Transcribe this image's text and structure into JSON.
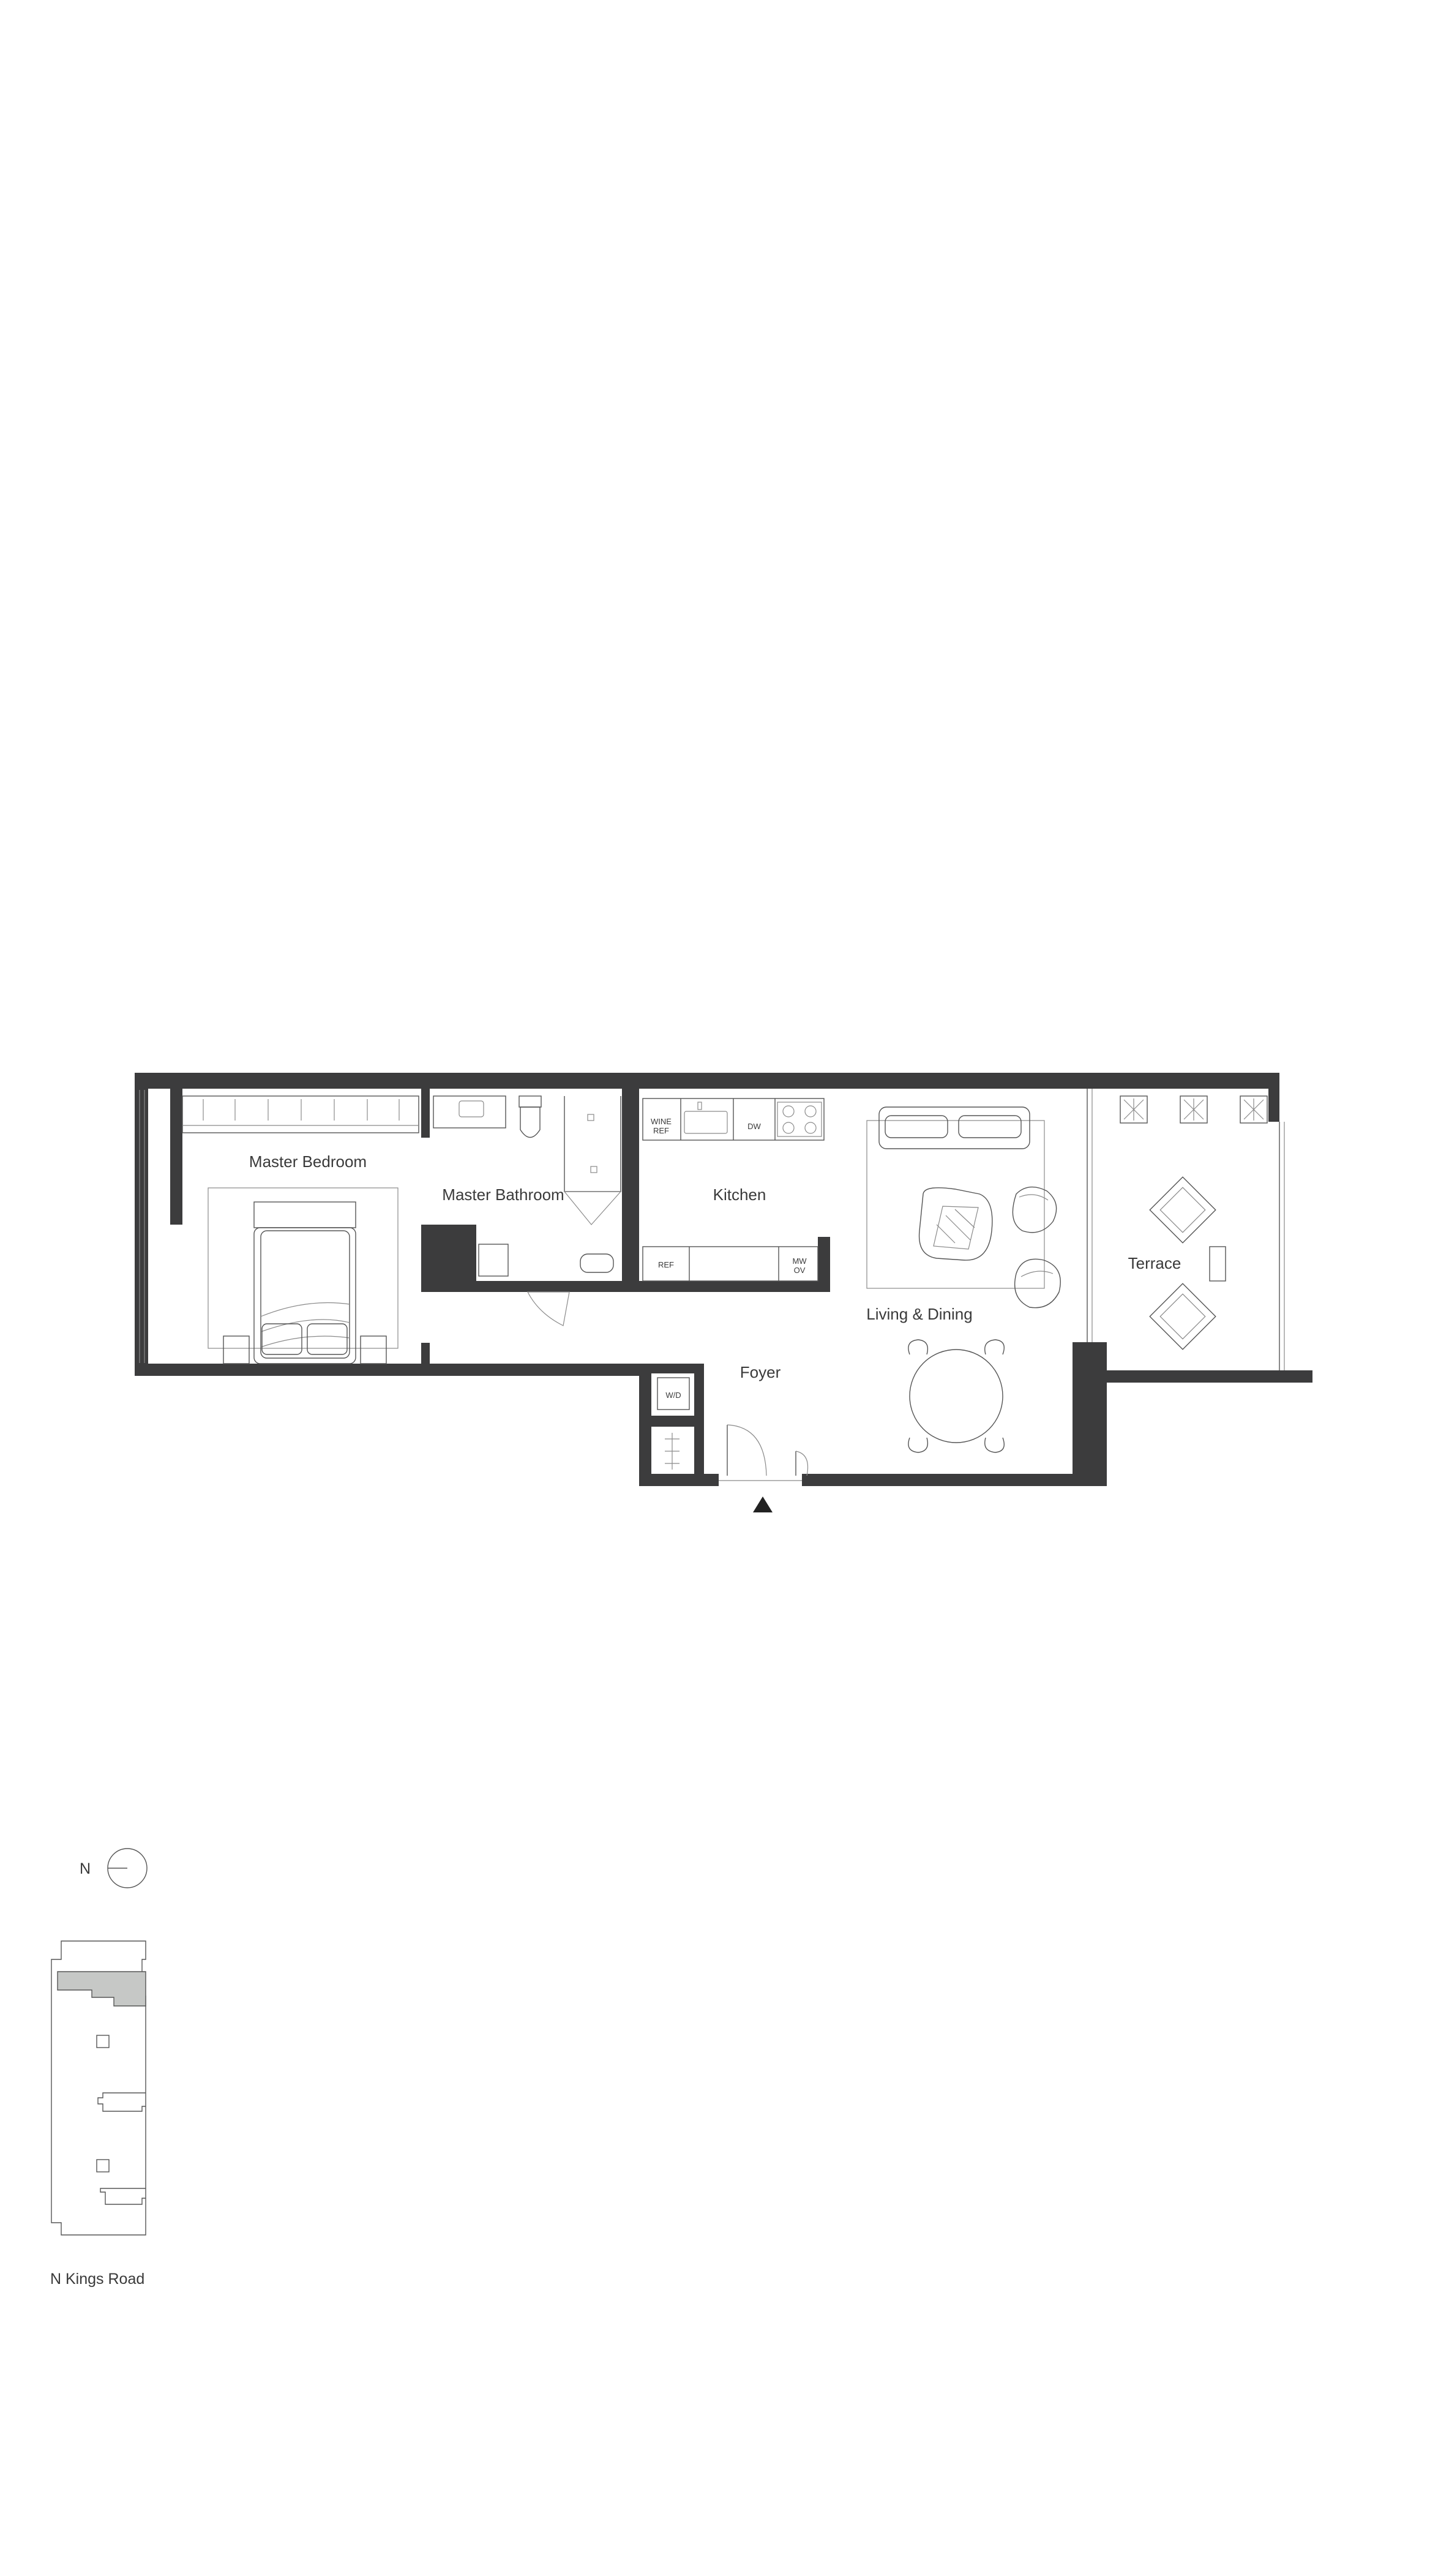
{
  "floor_plan": {
    "rooms": {
      "master_bedroom": "Master Bedroom",
      "master_bathroom": "Master Bathroom",
      "kitchen": "Kitchen",
      "living_dining": "Living & Dining",
      "terrace": "Terrace",
      "foyer": "Foyer"
    },
    "appliances": {
      "wine_ref_line1": "WINE",
      "wine_ref_line2": "REF",
      "dishwasher": "DW",
      "refrigerator": "REF",
      "mw_ov_line1": "MW",
      "mw_ov_line2": "OV",
      "washer_dryer": "W/D"
    }
  },
  "key_plan": {
    "north_label": "N",
    "street_label": "N Kings Road"
  },
  "colors": {
    "wall": "#3c3c3d",
    "unit_highlight": "#c6c8c6",
    "linework": "#555555"
  }
}
